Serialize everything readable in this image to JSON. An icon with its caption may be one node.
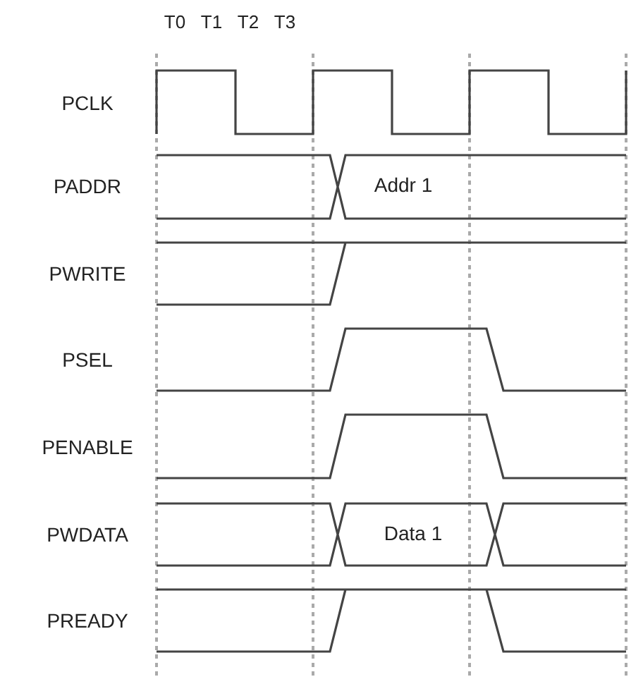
{
  "diagram": {
    "labels": [
      "T0",
      "T1",
      "T2",
      "T3",
      "PCLK",
      "PADDR",
      "Addr 1",
      "PWRITE",
      "PSEL",
      "PENABLE",
      "PWDATA",
      "Data 1",
      "PREADY"
    ]
  }
}
